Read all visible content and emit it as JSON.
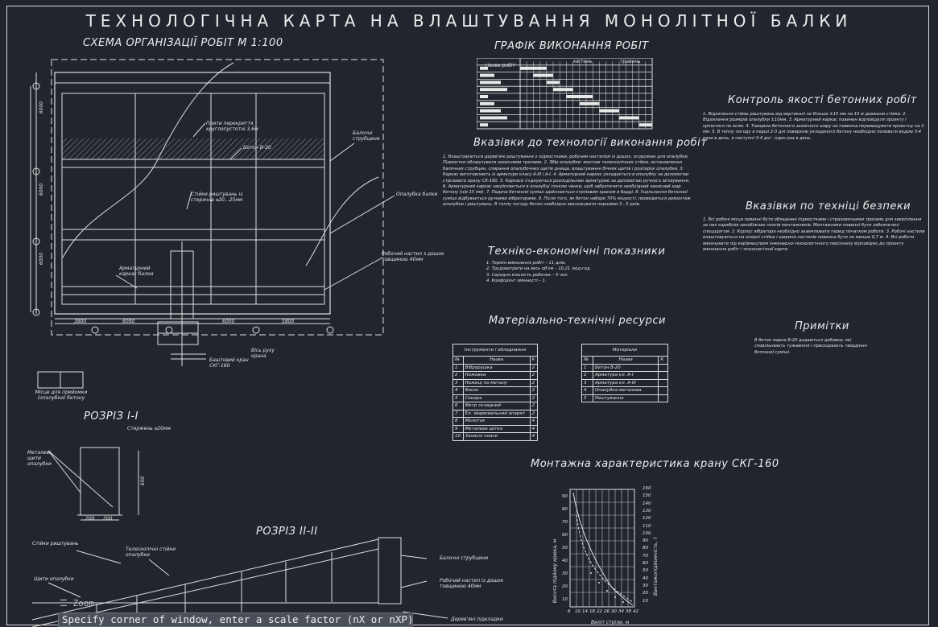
{
  "sheet": {
    "title": "ТЕХНОЛОГІЧНА КАРТА НА ВЛАШТУВАННЯ МОНОЛІТНОЇ БАЛКИ",
    "scheme_title": "СХЕМА ОРГАНІЗАЦІЇ РОБІТ М 1:100",
    "schedule_title": "ГРАФІК ВИКОНАННЯ РОБІТ",
    "tech_title": "Вказівки до технології виконання робіт",
    "quality_title": "Контроль якості бетонних робіт",
    "safety_title": "Вказівки по техніці безпеки",
    "teo_title": "Техніко-економічні показники",
    "resources_title": "Матеріально-технічні ресурси",
    "notes_title": "Примітки",
    "crane_title": "Монтажна характеристика крану СКГ-160",
    "section1_title": "РОЗРІЗ І-І",
    "section2_title": "РОЗРІЗ ІІ-ІІ"
  },
  "scheme": {
    "labels": {
      "plates": "Плити перекриття круглопустотні 3,6м",
      "concrete": "Бетон В-20",
      "racks": "Стійки риштувань із стержнів ⌀20...25мм",
      "beam_formwork": "Опалубка балки",
      "reinf": "Арматурний каркас балки",
      "scaffold": "Робочий настил з дошок товщиною 40мм",
      "crane": "Баштовий кран СКГ-160",
      "crane_path": "Вісь руху крана",
      "formwork_struts": "Балочні струбцини",
      "warehouse": "Місце для прийомки (опалубки) бетону"
    },
    "dims_v": [
      "6000",
      "6000",
      "6000"
    ],
    "dims_h": [
      "3800",
      "6000",
      "6000",
      "5800"
    ]
  },
  "schedule": {
    "header_name": "Назва робіт",
    "header_month1": "квітень",
    "header_month2": "травень",
    "rows": 9
  },
  "tech_text": "1. Влаштовуються дерев'яні риштування з підмостками, робочим настилом із дошок, огорожею для опалубки. Підмостки облаштувати захисними трапами. 2. Збір опалубки: монтаж телескопічних стійок, встановлення балочних струбцин, спирання опалубочних щитів днища, влаштування бічних щитів і розпорок опалубки. 3. Каркас виготовляють із арматури класу А-ІІІ і А-І. 4. Арматурний каркас укладається в опалубку за допомогою стрілового крану СК-160. 5. Каркаси з'єднуються розподільною арматурою за допомогою ручного зв'язування. 6. Арматурний каркас закріплюється в опалубці точкою чинки, щоб забезпечити необхідний захисний шар бетону (н/в 15 мм). 7. Подача бетонної суміші здійснюється стріловим краном в бадді. 8. Ущільнення бетонної суміші відбувається ручними вібраторами. 9. Після того, як бетон набере 70% міцності, проводиться демонтаж опалубки і риштувань. В теплу погоду бетон необхідно зволожувати першими 3...5 днів.",
  "quality_text": "1. Відхилення стійок риштувань від вертикалі не більше ±15 мм на 10 м довжини стійки. 2. Відхилення розмірів опалубки ±10мм. 3. Арматурний каркас повинен відповідати проекту і кріпитися по осям. 4. Товщина бетонного захисного шару не повинна перевищувати проектну на 3 мм. 5. В теплу погоду в перші 2-3 дні поверхню укладеного бетону необхідно поливати водою 3-4 рази в день, в наступні 3-4 дні - один раз в день.",
  "safety_text": "1. Всі робочі місця повинні бути обладнані підмостками і страховочними тросами для закріплення за них карабінів запобіжних поясів монтажників. Монтажники повинні бути забезпечені спецодягом. 2. Корпус вібратора необхідно заземлювати перед початком роботи. 3. Робочі настили влаштовуються на опорні стійки і ширина настилів повинна бути не менше 0,7 м. 4. Всі роботи виконувати під керівництвом інженерно-технологічного персоналу відповідно до проекту виконання робіт і технологічної карти.",
  "teo": [
    "1. Термін виконання робіт – 11 днів.",
    "2. Трудовитрати на весь об'єм – 10,21 люд-год.",
    "3. Середня кількість робочих – 5 чол.",
    "4. Коефіцієнт змінності – 1."
  ],
  "notes_text": "В бетон марки В-20 додаються добавки, які сповільнюють тужавіння і прискорюють твердіння бетонної суміші.",
  "tools_table": {
    "title": "Інструменти і обладнання",
    "header": [
      "№",
      "Назва",
      "К"
    ],
    "rows": [
      [
        "1",
        "Віброрушка",
        "2"
      ],
      [
        "2",
        "Ножовка",
        "2"
      ],
      [
        "3",
        "Ножиці по металу",
        "2"
      ],
      [
        "4",
        "Висок",
        "2"
      ],
      [
        "5",
        "Сокира",
        "2"
      ],
      [
        "6",
        "Метр складний",
        "2"
      ],
      [
        "7",
        "Ел. зварювальний апарат",
        "2"
      ],
      [
        "8",
        "Молоток",
        "4"
      ],
      [
        "9",
        "Металева щітка",
        "4"
      ],
      [
        "10",
        "Захисні пояси",
        "4"
      ]
    ]
  },
  "materials_table": {
    "title": "Матеріали",
    "header": [
      "№",
      "Назва",
      "К"
    ],
    "rows": [
      [
        "1",
        "Бетон В-20",
        ""
      ],
      [
        "2",
        "Арматура кл. А-І",
        ""
      ],
      [
        "3",
        "Арматура кл. А-ІІІ",
        ""
      ],
      [
        "4",
        "Опалубка металева",
        ""
      ],
      [
        "5",
        "Риштування",
        ""
      ]
    ]
  },
  "section1": {
    "labels": {
      "rack": "Стержень ⌀20мм",
      "shield": "Металеві щити опалубки"
    },
    "dims": [
      "600",
      "200",
      "200"
    ]
  },
  "section2": {
    "labels": {
      "rack": "Стійки риштувань",
      "tele": "Телескопічні стійки опалубки",
      "shields": "Щити опалубки",
      "struts": "Балочні струбцини",
      "deck": "Робочий настил із дошок товщиною 40мм",
      "scaff": "Дерев'яні підкладки"
    }
  },
  "crane_chart": {
    "y_left_label": "Висота підйому крюка, м",
    "y_right_label": "Вантажопідйомність, т",
    "x_label": "Виліт стріли, м",
    "x_ticks": [
      "6",
      "10",
      "14",
      "18",
      "22",
      "26",
      "30",
      "34",
      "38",
      "42"
    ],
    "y_left_ticks": [
      "90",
      "80",
      "70",
      "60",
      "50",
      "40",
      "30",
      "20",
      "10"
    ],
    "y_right_ticks": [
      "160",
      "150",
      "140",
      "130",
      "120",
      "110",
      "100",
      "90",
      "80",
      "70",
      "60",
      "50",
      "40",
      "30",
      "20",
      "10"
    ]
  },
  "command": {
    "history": "☰ Zoom",
    "prompt": "Specify corner of window, enter a scale factor (nX or nXP), or"
  }
}
